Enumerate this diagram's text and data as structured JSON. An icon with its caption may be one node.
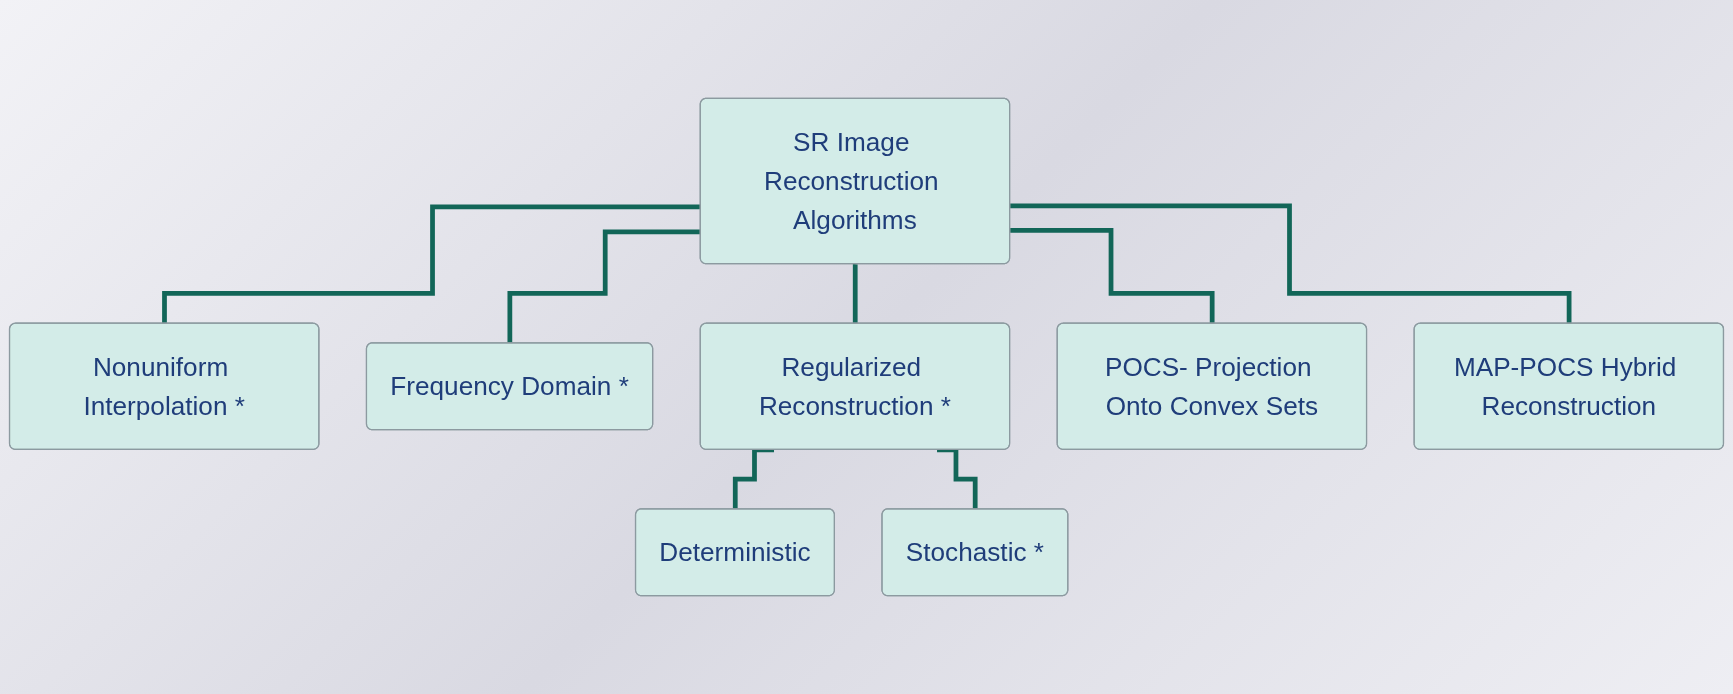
{
  "diagram": {
    "nodes": [
      {
        "text": [
          "SR Image Reconstruction Algorithms"
        ]
      },
      {
        "text": [
          "Nonuniform Interpolation *"
        ]
      },
      {
        "text": [
          "Frequency Domain *"
        ]
      },
      {
        "text": [
          "Regularized Reconstruction *"
        ]
      },
      {
        "text": [
          "POCS- Projection Onto Convex Sets"
        ]
      },
      {
        "text": [
          "MAP-POCS Hybrid Reconstruction"
        ]
      },
      {
        "text": [
          "Deterministic"
        ]
      },
      {
        "text": [
          "Stochastic *"
        ]
      }
    ],
    "edges": [
      {
        "from": 0,
        "to": 1,
        "arrow": "none"
      },
      {
        "from": 0,
        "to": 2,
        "arrow": "none"
      },
      {
        "from": 0,
        "to": 3,
        "arrow": "none"
      },
      {
        "from": 0,
        "to": 4,
        "arrow": "none"
      },
      {
        "from": 0,
        "to": 5,
        "arrow": "none"
      },
      {
        "from": 3,
        "to": 6,
        "arrow": "none"
      },
      {
        "from": 3,
        "to": 7,
        "arrow": "none"
      }
    ]
  }
}
